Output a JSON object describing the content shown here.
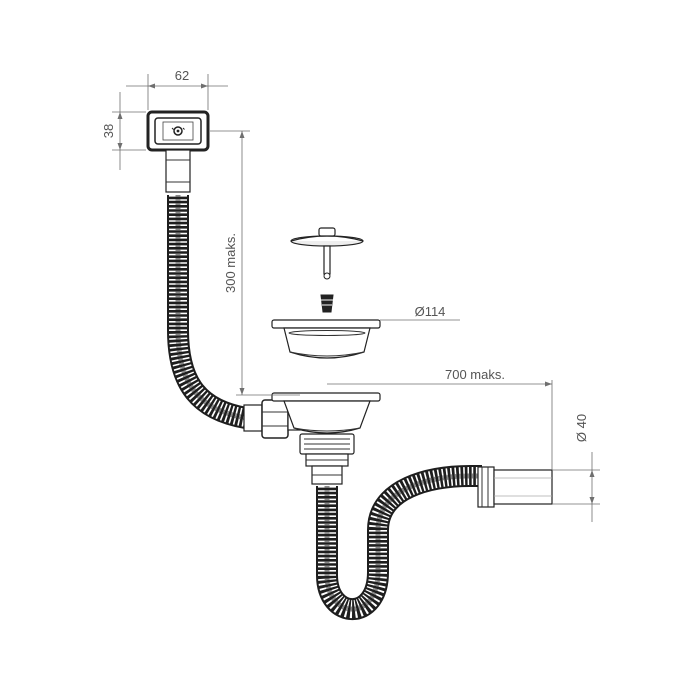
{
  "dimensions": {
    "overflow_width": "62",
    "overflow_height": "38",
    "overflow_length": "300 maks.",
    "strainer_diameter": "Ø114",
    "outlet_length": "700 maks.",
    "outlet_diameter": "Ø 40"
  },
  "colors": {
    "line": "#222222",
    "dimension": "#6f6f6f",
    "hose": "#1e1e1e"
  }
}
